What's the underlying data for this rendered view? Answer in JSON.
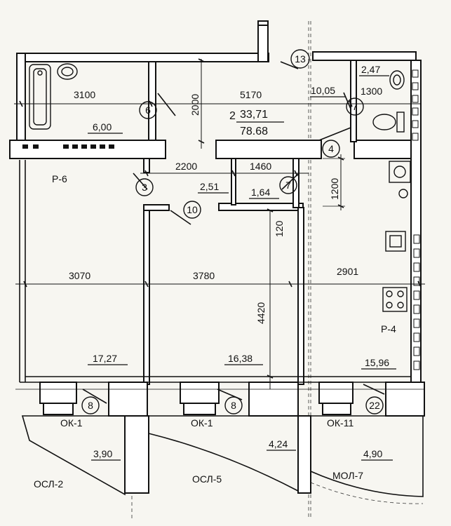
{
  "rooms": {
    "bathroom_width": "3100",
    "bathroom_area": "6,00",
    "corridor_width": "5170",
    "apartment_number": "2",
    "living_area": "33,71",
    "total_area": "78.68",
    "corridor_height": "2000",
    "wc_area": "2,47",
    "wc_width": "1300",
    "hall_area_top": "10,05",
    "p6": "Р-6",
    "p4": "Р-4",
    "hall_width": "2200",
    "closet_width": "1460",
    "closet_area": "2,51",
    "pantry_area": "1,64",
    "pantry_height": "1200",
    "room1_width": "3070",
    "room2_width": "3780",
    "kitchen_width": "2901",
    "room2_height": "4420",
    "partition_120": "120",
    "room1_area": "17,27",
    "room2_area": "16,38",
    "kitchen_area": "15,96"
  },
  "markers": {
    "m13": "13",
    "m6": "6",
    "m7a": "7",
    "m4": "4",
    "m3": "3",
    "m7b": "7",
    "m10": "10",
    "m8a": "8",
    "m8b": "8",
    "m22": "22"
  },
  "windows": {
    "ok1a": "ОК-1",
    "ok1b": "ОК-1",
    "ok11": "ОК-11"
  },
  "balconies": {
    "osl2_area": "3,90",
    "osl2": "ОСЛ-2",
    "osl5_area": "4,24",
    "osl5": "ОСЛ-5",
    "mol7_area": "4,90",
    "mol7": "МОЛ-7"
  }
}
